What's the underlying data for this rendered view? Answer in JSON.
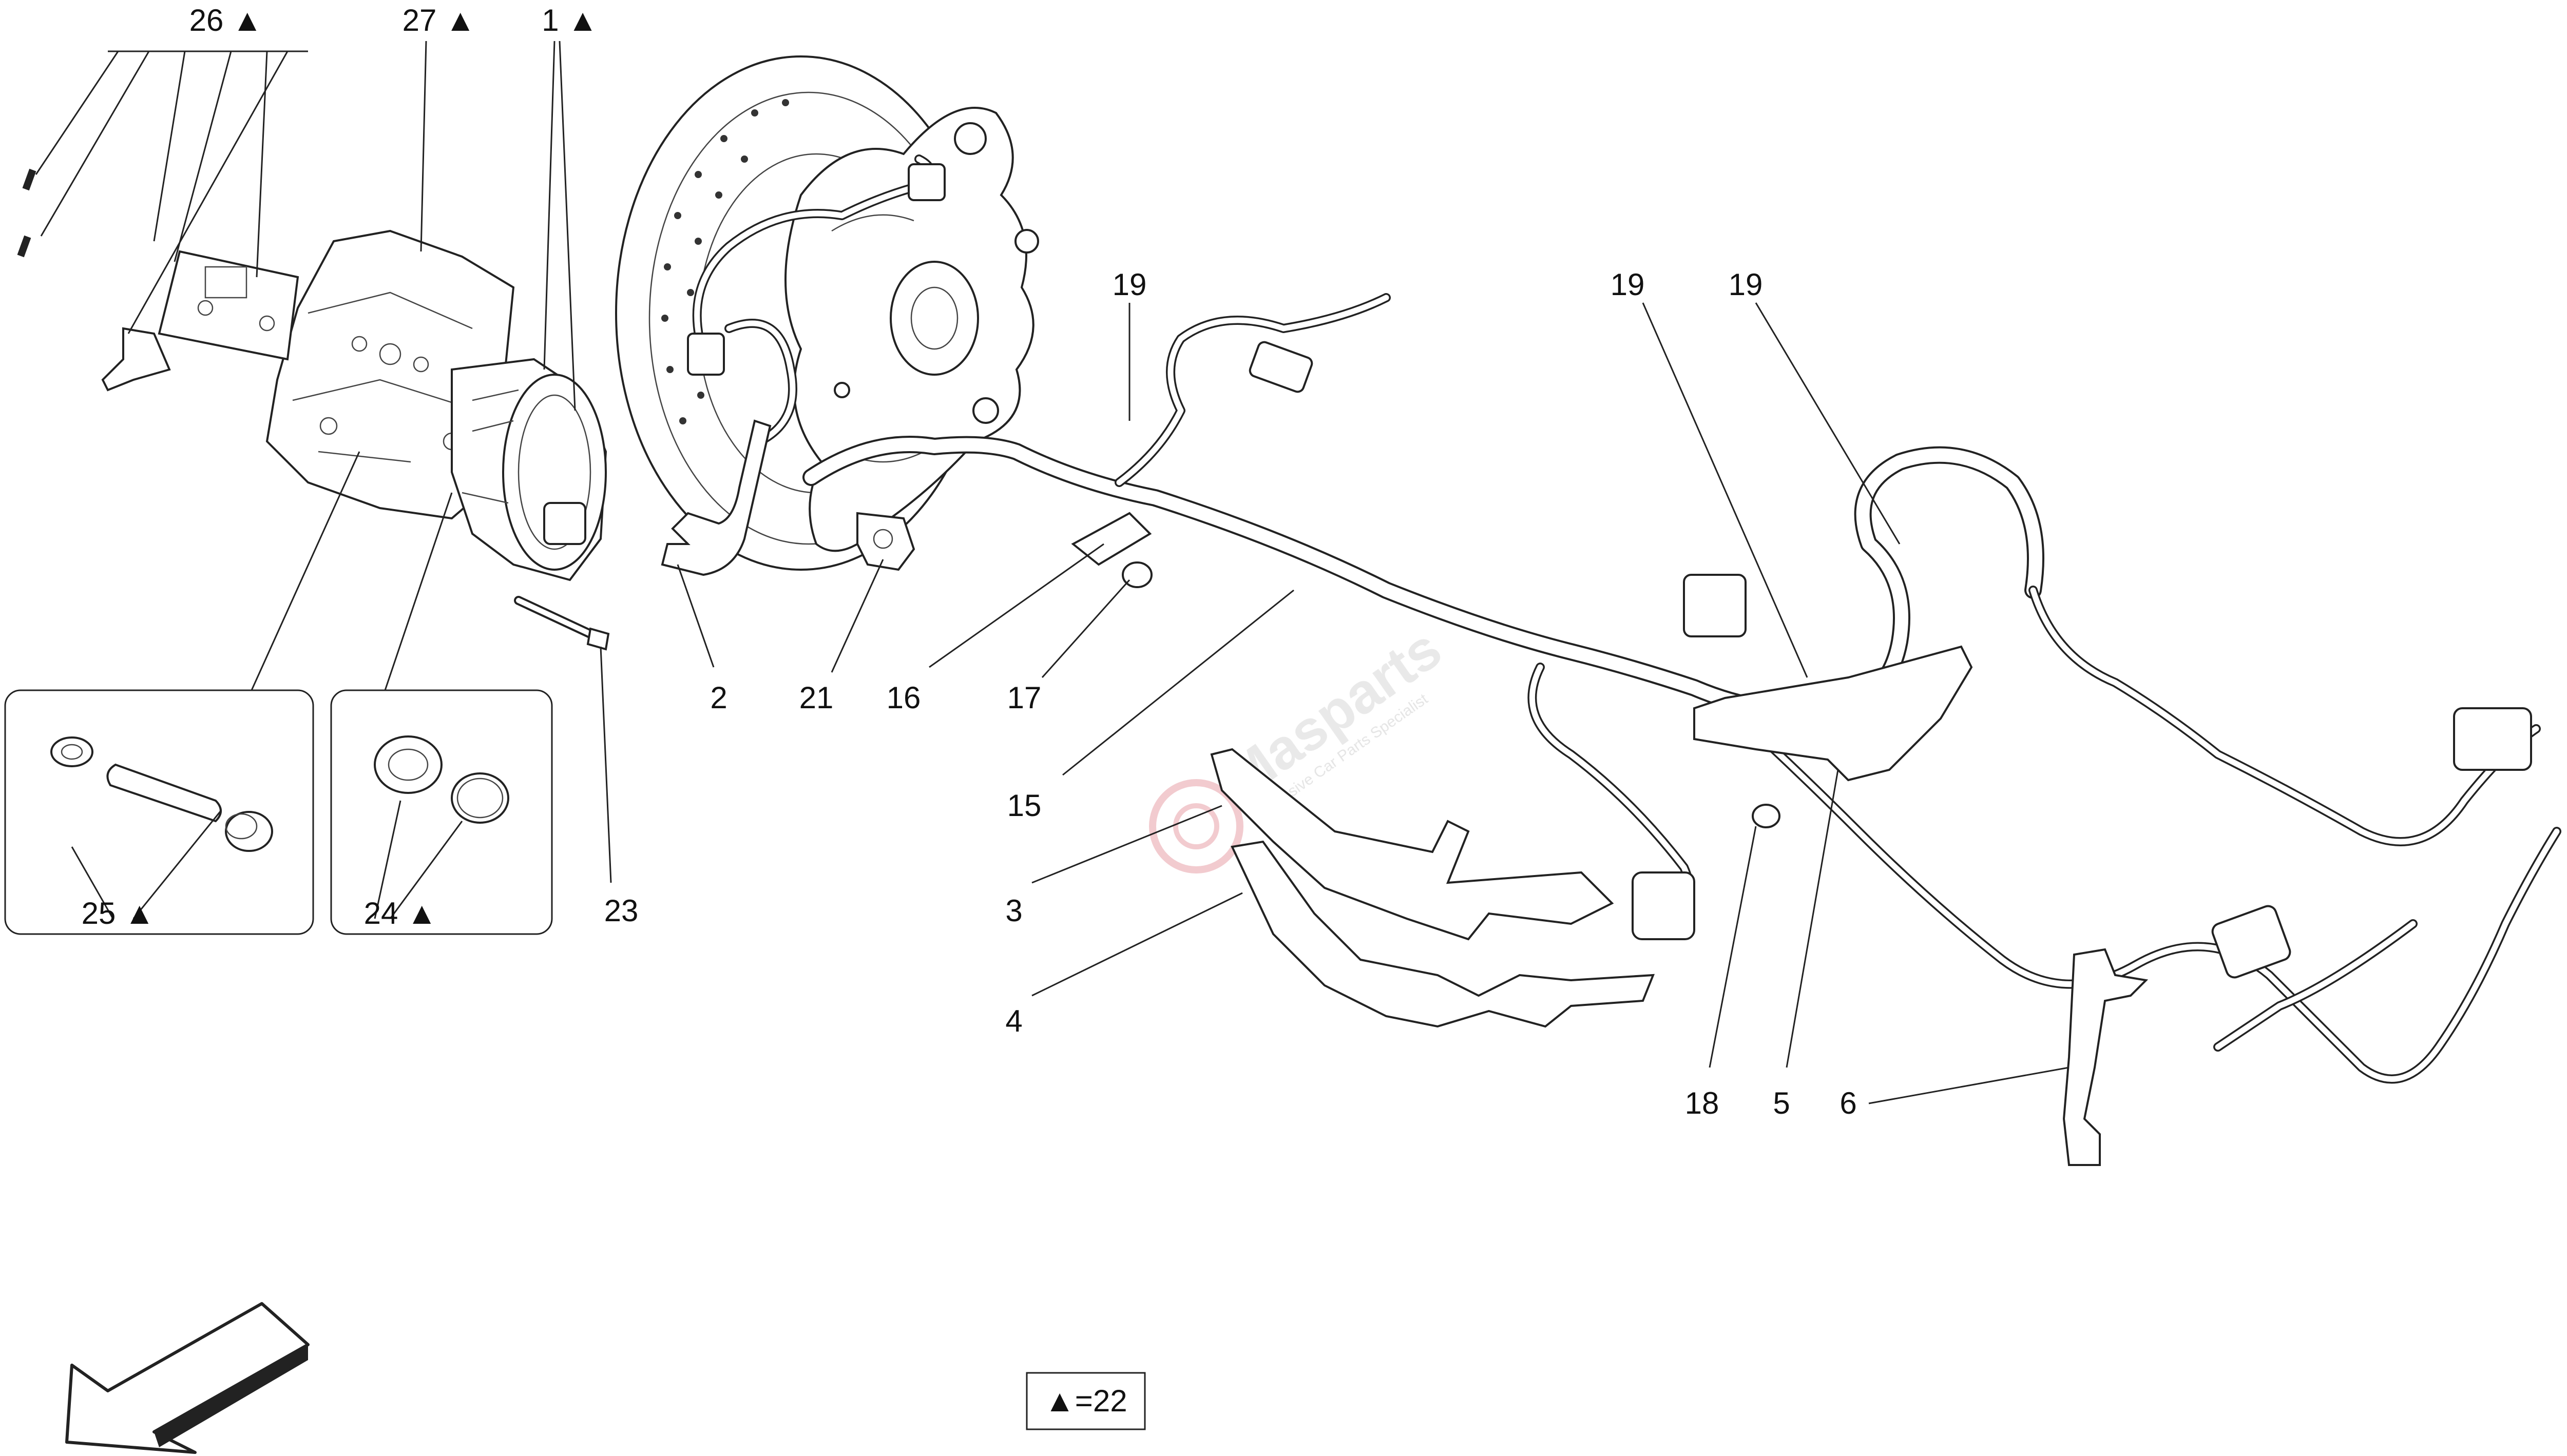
{
  "callouts": {
    "c26": "26 ▲",
    "c27": "27 ▲",
    "c1": "1 ▲",
    "c19a": "19",
    "c19b": "19",
    "c19c": "19",
    "c2": "2",
    "c21": "21",
    "c16": "16",
    "c17": "17",
    "c15": "15",
    "c3": "3",
    "c4": "4",
    "c23": "23",
    "c25": "25 ▲",
    "c24": "24 ▲",
    "c18": "18",
    "c5": "5",
    "c6": "6"
  },
  "legend": {
    "text": "▲=22"
  },
  "watermark": {
    "brand": "Masparts",
    "tagline": "Exclusive Car Parts Specialist"
  },
  "colors": {
    "line": "#222222",
    "watermark": "#e8a0a8"
  },
  "icons": {
    "direction": "arrow-down-left-icon"
  }
}
